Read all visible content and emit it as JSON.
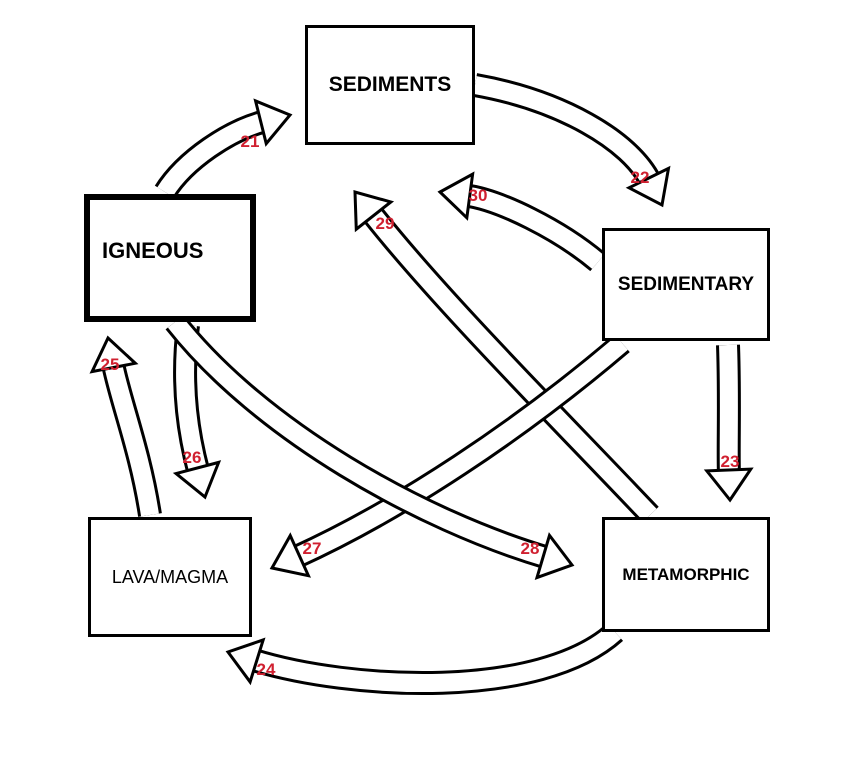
{
  "boxes": {
    "sediments": "SEDIMENTS",
    "igneous": "IGNEOUS",
    "sedimentary": "SEDIMENTARY",
    "lava_magma": "LAVA/MAGMA",
    "metamorphic": "METAMORPHIC"
  },
  "arrow_labels": {
    "a21": "21",
    "a22": "22",
    "a23": "23",
    "a24": "24",
    "a25": "25",
    "a26": "26",
    "a27": "27",
    "a28": "28",
    "a29": "29",
    "a30": "30"
  },
  "colors": {
    "label": "#d02030",
    "line": "#000000"
  }
}
